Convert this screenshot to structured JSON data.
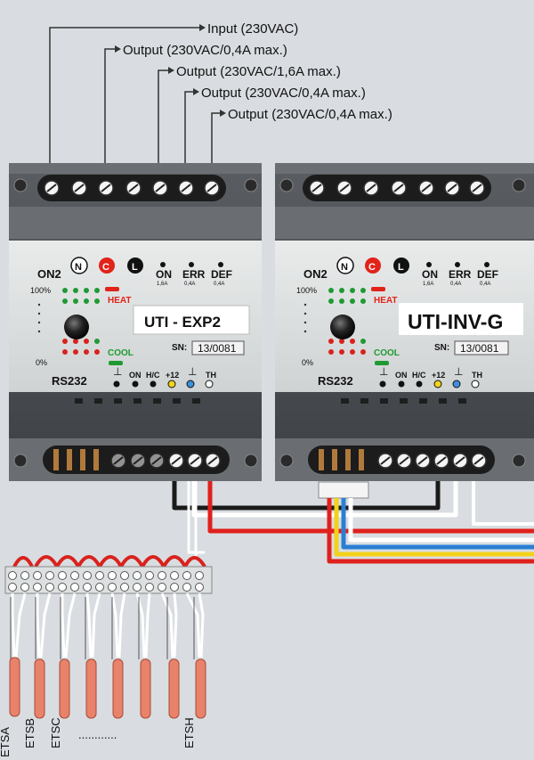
{
  "callouts": {
    "input": "Input  (230VAC)",
    "out1": "Output  (230VAC/0,4A max.)",
    "out2": "Output (230VAC/1,6A max.)",
    "out3": "Output (230VAC/0,4A max.)",
    "out4": "Output (230VAC/0,4A max.)"
  },
  "device_left": {
    "name": "UTI - EXP2",
    "serial_label": "SN:",
    "serial": "13/0081",
    "on2": "ON2",
    "n": "N",
    "c": "C",
    "l": "L",
    "on": "ON",
    "on_sub": "1,6A",
    "err": "ERR",
    "err_sub": "0,4A",
    "def": "DEF",
    "def_sub": "0,4A",
    "pct100": "100%",
    "pct0": "0%",
    "heat": "HEAT",
    "cool": "COOL",
    "rs232": "RS232",
    "gnd": "⊥",
    "on_t": "ON",
    "hc": "H/C",
    "p12": "+12",
    "gnd2": "⊥",
    "th": "TH"
  },
  "device_right": {
    "name": "UTI-INV-G",
    "serial_label": "SN:",
    "serial": "13/0081",
    "on2": "ON2",
    "n": "N",
    "c": "C",
    "l": "L",
    "on": "ON",
    "on_sub": "1,6A",
    "err": "ERR",
    "err_sub": "0,4A",
    "def": "DEF",
    "def_sub": "0,4A",
    "pct100": "100%",
    "pct0": "0%",
    "heat": "HEAT",
    "cool": "COOL",
    "rs232": "RS232",
    "gnd": "⊥",
    "on_t": "ON",
    "hc": "H/C",
    "p12": "+12",
    "gnd2": "⊥",
    "th": "TH"
  },
  "sensors": {
    "a": "ETSA",
    "b": "ETSB",
    "c": "ETSC",
    "h": "ETSH",
    "dots": "............"
  },
  "colors": {
    "red_wire": "#e0201c",
    "blue_wire": "#2a7fd4",
    "yellow_wire": "#f2d21a",
    "black_wire": "#1a1a1a",
    "sensor": "#e8826a"
  }
}
